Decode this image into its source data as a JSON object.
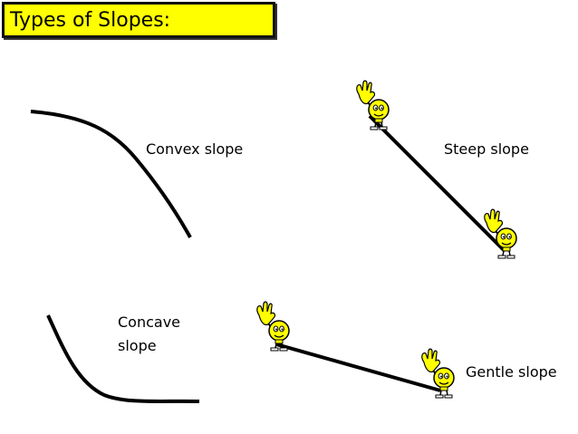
{
  "title": "Types of Slopes:",
  "labels": {
    "convex": "Convex slope",
    "steep": "Steep slope",
    "concave_line1": "Concave",
    "concave_line2": "slope",
    "gentle": "Gentle slope"
  },
  "colors": {
    "title_background": "#ffff00",
    "figure_fill": "#ffff00",
    "line": "#000000"
  },
  "icons": [
    "waving-figure-icon"
  ]
}
